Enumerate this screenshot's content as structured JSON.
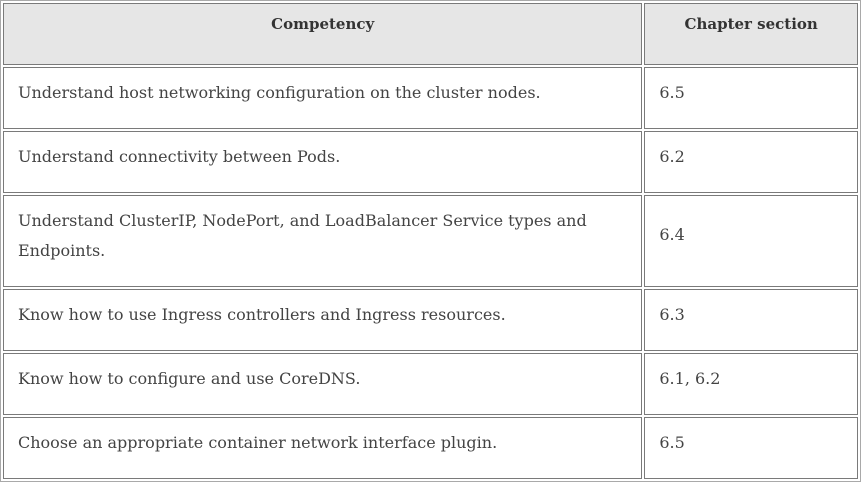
{
  "table": {
    "headers": {
      "competency": "Competency",
      "section": "Chapter section"
    },
    "rows": [
      {
        "competency": "Understand host networking configuration on the cluster nodes.",
        "section": "6.5"
      },
      {
        "competency": "Understand connectivity between Pods.",
        "section": "6.2"
      },
      {
        "competency": "Understand ClusterIP, NodePort, and LoadBalancer Service types and Endpoints.",
        "section": "6.4"
      },
      {
        "competency": "Know how to use Ingress controllers and Ingress resources.",
        "section": "6.3"
      },
      {
        "competency": "Know how to configure and use CoreDNS.",
        "section": "6.1, 6.2"
      },
      {
        "competency": "Choose an appropriate container network interface plugin.",
        "section": "6.5"
      }
    ]
  },
  "colors": {
    "header_background": "#e6e6e6",
    "border": "#7a7a7a",
    "text": "#444444"
  }
}
